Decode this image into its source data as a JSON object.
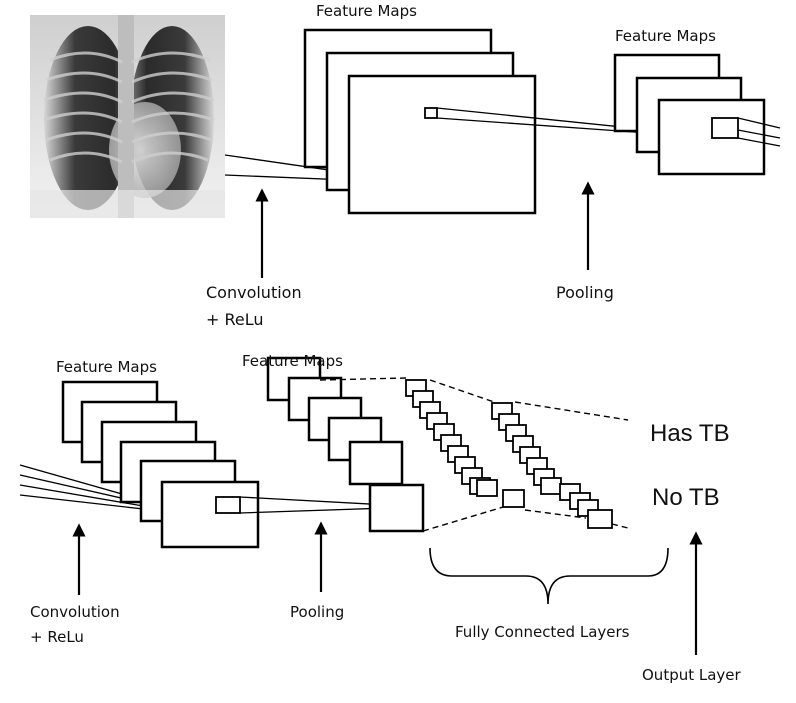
{
  "diagram": {
    "top_row": {
      "feature_maps_1_label": "Feature Maps",
      "feature_maps_2_label": "Feature Maps",
      "convolution_label_line1": "Convolution",
      "convolution_label_line2": "+ ReLu",
      "pooling_label": "Pooling"
    },
    "bottom_row": {
      "feature_maps_3_label": "Feature Maps",
      "feature_maps_4_label": "Feature Maps",
      "convolution_label_line1": "Convolution",
      "convolution_label_line2": "+ ReLu",
      "pooling_label": "Pooling",
      "fully_connected_label": "Fully Connected Layers",
      "output_layer_label": "Output Layer"
    },
    "outputs": {
      "class_1": "Has TB",
      "class_2": "No TB"
    }
  }
}
